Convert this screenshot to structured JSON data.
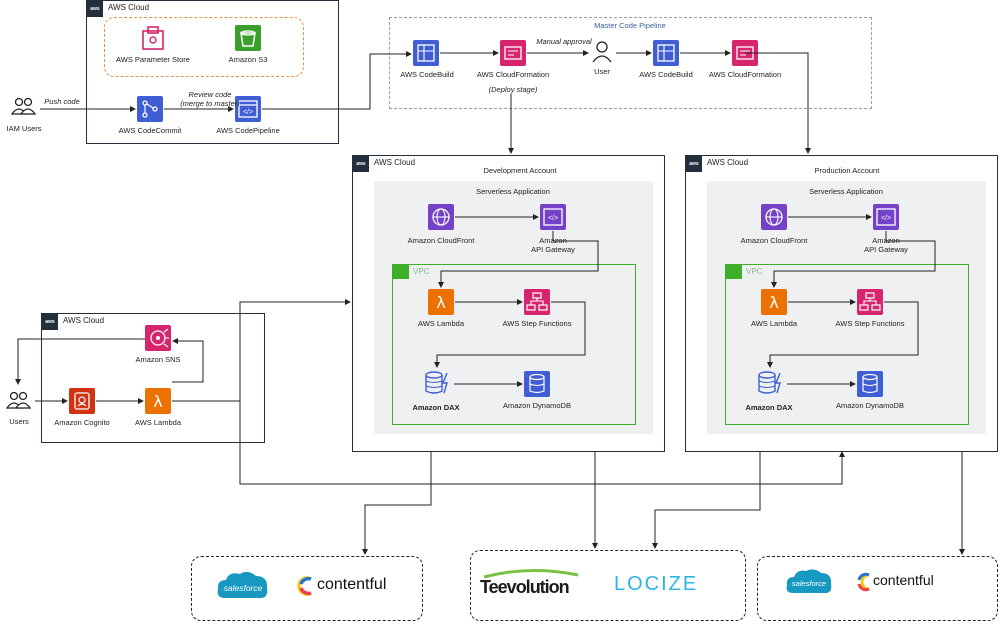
{
  "top_cloud": {
    "title": "AWS Cloud",
    "aws_tag": "aws",
    "param_store": "AWS Parameter Store",
    "s3": "Amazon S3",
    "codecommit": "AWS CodeCommit",
    "codepipeline": "AWS CodePipeline"
  },
  "iam_users": "IAM Users",
  "push_code": "Push code",
  "review_code_line1": "Review code",
  "review_code_line2": "(merge to master)",
  "pipeline": {
    "title": "Master Code Pipeline",
    "codebuild1": "AWS CodeBuild",
    "cloudformation1": "AWS CloudFormation",
    "deploy_stage": "(Deploy stage)",
    "manual_approval": "Manual approval",
    "user": "User",
    "codebuild2": "AWS CodeBuild",
    "cloudformation2": "AWS CloudFormation"
  },
  "dev": {
    "cloud_title": "AWS Cloud",
    "account": "Development Account",
    "serverless": "Serverless Application",
    "cloudfront": "Amazon CloudFront",
    "apigw_line1": "Amazon",
    "apigw_line2": "API Gateway",
    "vpc": "VPC",
    "lambda": "AWS Lambda",
    "stepfunctions": "AWS Step Functions",
    "dax": "Amazon DAX",
    "dynamodb": "Amazon DynamoDB"
  },
  "prod": {
    "cloud_title": "AWS Cloud",
    "account": "Production Account",
    "serverless": "Serverless Application",
    "cloudfront": "Amazon CloudFront",
    "apigw_line1": "Amazon",
    "apigw_line2": "API Gateway",
    "vpc": "VPC",
    "lambda": "AWS Lambda",
    "stepfunctions": "AWS Step Functions",
    "dax": "Amazon DAX",
    "dynamodb": "Amazon DynamoDB"
  },
  "left_cloud": {
    "title": "AWS Cloud",
    "sns": "Amazon SNS",
    "cognito": "Amazon Cognito",
    "lambda": "AWS Lambda"
  },
  "users": "Users",
  "external": {
    "salesforce": "salesforce",
    "contentful": "contentful",
    "teevolution": "Teevolution",
    "locize": "LOCIZE"
  },
  "colors": {
    "pink": "#d6246d",
    "purple": "#7442c8",
    "blue": "#3f5ed4",
    "orange": "#ed7100",
    "green": "#3fae29",
    "red": "#d13212",
    "s3green": "#3aa02b"
  }
}
